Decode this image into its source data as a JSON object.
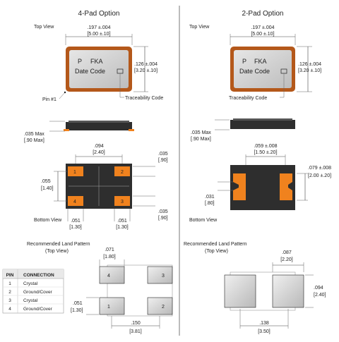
{
  "left": {
    "title": "4-Pad Option",
    "top_view": "Top View",
    "width_dim": ".197 ±.004",
    "width_dim_mm": "[5.00 ±.10]",
    "height_dim": ".126 ±.004",
    "height_dim_mm": "[3.20 ±.10]",
    "marking_p": "P",
    "marking_fka": "FKA",
    "marking_date": "Date Code",
    "pin1_label": "Pin #1",
    "trace_label": "Traceability Code",
    "thick_dim": ".035 Max",
    "thick_dim_mm": "[.90 Max]",
    "pad_pitch_x": ".094",
    "pad_pitch_x_mm": "[2.40]",
    "pad_h_dim": ".035",
    "pad_h_dim_mm": "[.90]",
    "pad_pitch_y": ".055",
    "pad_pitch_y_mm": "[1.40]",
    "pad_h_dim2": ".035",
    "pad_h_dim2_mm": "[.90]",
    "pad_w_left": ".051",
    "pad_w_left_mm": "[1.30]",
    "pad_w_right": ".051",
    "pad_w_right_mm": "[1.30]",
    "bottom_view": "Bottom View",
    "pins": [
      "1",
      "2",
      "4",
      "3"
    ],
    "land_title": "Recommended Land Pattern",
    "land_sub": "(Top View)",
    "land_w": ".071",
    "land_w_mm": "[1.80]",
    "land_h": ".051",
    "land_h_mm": "[1.30]",
    "land_span": ".150",
    "land_span_mm": "[3.81]",
    "land_pins": [
      "4",
      "3",
      "1",
      "2"
    ]
  },
  "right": {
    "title": "2-Pad Option",
    "top_view": "Top View",
    "width_dim": ".197 ±.004",
    "width_dim_mm": "[5.00 ±.10]",
    "height_dim": ".126 ±.004",
    "height_dim_mm": "[3.20 ±.10]",
    "marking_p": "P",
    "marking_fka": "FKA",
    "marking_date": "Date Code",
    "trace_label": "Traceability Code",
    "thick_dim": ".035 Max",
    "thick_dim_mm": "[.90 Max]",
    "pad_span": ".059 ±.008",
    "pad_span_mm": "[1.50 ±.20]",
    "pad_h": ".079 ±.008",
    "pad_h_mm": "[2.00 ±.20]",
    "pad_gap": ".031",
    "pad_gap_mm": "[.80]",
    "bottom_view": "Bottom View",
    "land_title": "Recommended Land Pattern",
    "land_sub": "(Top View)",
    "land_w": ".087",
    "land_w_mm": "[2.20]",
    "land_h": ".094",
    "land_h_mm": "[2.40]",
    "land_span": ".138",
    "land_span_mm": "[3.50]"
  },
  "table": {
    "headers": [
      "PIN",
      "CONNECTION"
    ],
    "rows": [
      [
        "1",
        "Crystal"
      ],
      [
        "2",
        "Ground/Cover"
      ],
      [
        "3",
        "Crystal"
      ],
      [
        "4",
        "Ground/Cover"
      ]
    ]
  },
  "colors": {
    "pad": "#f0821e",
    "frame": "#b4581a",
    "body": "#2e2e2e",
    "lid": "#cfcfcf",
    "land": "#d4d4d4"
  }
}
